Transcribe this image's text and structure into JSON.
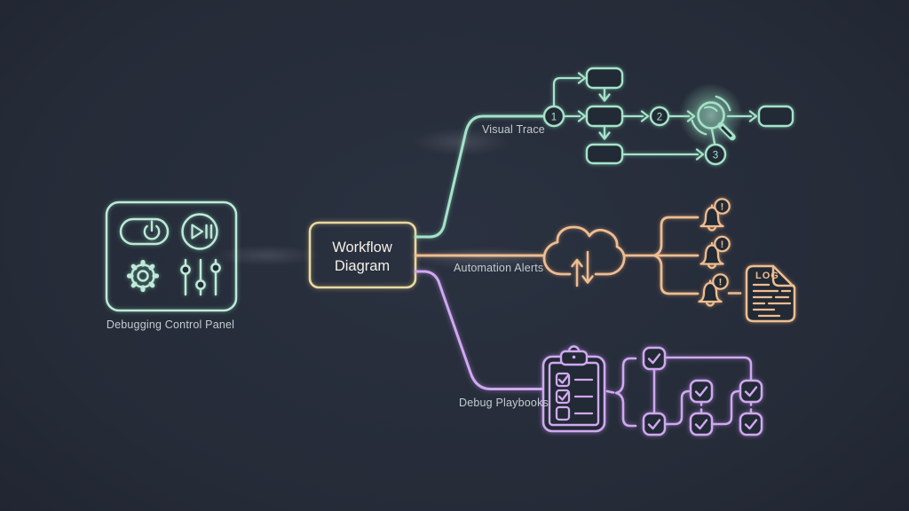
{
  "canvas": {
    "background_center": "#262c38",
    "background_edge": "#12151c"
  },
  "colors": {
    "teal": "#a6e3c9",
    "yellow": "#e8d8a2",
    "orange": "#eebd92",
    "purple": "#cfa9ef",
    "connector_white": "#e2ece8",
    "label_text": "#c3cdd1",
    "title_text": "#f3f0e5"
  },
  "panel": {
    "label": "Debugging Control Panel",
    "icons": [
      "toggle-power-icon",
      "play-pause-icon",
      "gear-icon",
      "sliders-icon"
    ]
  },
  "workflow_box": {
    "line1": "Workflow",
    "line2": "Diagram"
  },
  "branches": {
    "visual_trace": {
      "label": "Visual Trace",
      "step1": "1",
      "step2": "2",
      "step3": "3",
      "icons": [
        "flow-node-box",
        "magnifier-icon"
      ]
    },
    "automation_alerts": {
      "label": "Automation Alerts",
      "badge": "!",
      "log_title": "LOG",
      "alert_bell_count": 3,
      "icons": [
        "cloud-sync-icon",
        "bell-alert-icon",
        "log-document-icon"
      ]
    },
    "debug_playbooks": {
      "label": "Debug Playbooks",
      "icons": [
        "clipboard-checklist-icon",
        "checkbox-node-icon"
      ],
      "checklist": [
        "checked",
        "checked",
        "unchecked"
      ],
      "tree_nodes": 6
    }
  }
}
